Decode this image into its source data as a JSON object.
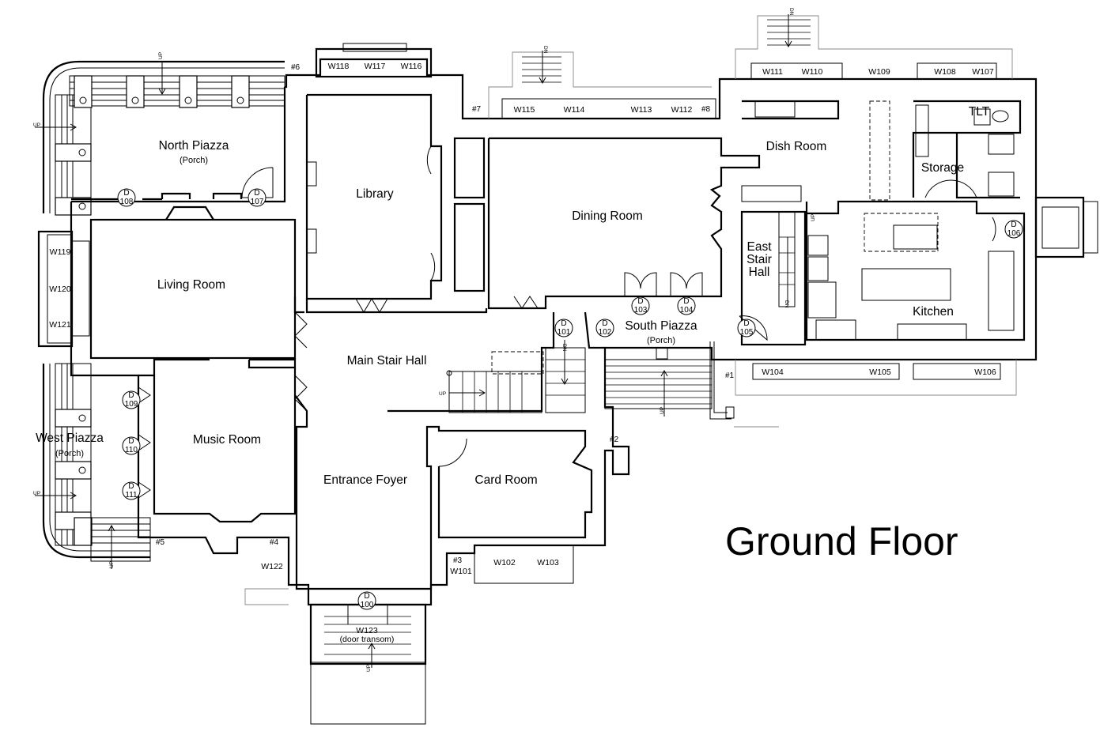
{
  "title": "Ground Floor",
  "rooms": [
    {
      "id": "north-piazza",
      "name": "North Piazza",
      "sub": "(Porch)"
    },
    {
      "id": "library",
      "name": "Library"
    },
    {
      "id": "dining-room",
      "name": "Dining Room"
    },
    {
      "id": "dish-room",
      "name": "Dish Room"
    },
    {
      "id": "storage",
      "name": "Storage"
    },
    {
      "id": "tlt",
      "name": "TLT"
    },
    {
      "id": "living-room",
      "name": "Living Room"
    },
    {
      "id": "east-stair-hall",
      "name": "East Stair Hall"
    },
    {
      "id": "kitchen",
      "name": "Kitchen"
    },
    {
      "id": "main-stair-hall",
      "name": "Main Stair Hall"
    },
    {
      "id": "south-piazza",
      "name": "South Piazza",
      "sub": "(Porch)"
    },
    {
      "id": "west-piazza",
      "name": "West Piazza",
      "sub": "(Porch)"
    },
    {
      "id": "music-room",
      "name": "Music Room"
    },
    {
      "id": "entrance-foyer",
      "name": "Entrance Foyer"
    },
    {
      "id": "card-room",
      "name": "Card Room"
    }
  ],
  "east_stair_lines": [
    "East",
    "Stair",
    "Hall"
  ],
  "windows": [
    "W101",
    "W102",
    "W103",
    "W104",
    "W105",
    "W106",
    "W107",
    "W108",
    "W109",
    "W110",
    "W111",
    "W112",
    "W113",
    "W114",
    "W115",
    "W116",
    "W117",
    "W118",
    "W119",
    "W120",
    "W121",
    "W122",
    "W123"
  ],
  "w123_note": "(door transom)",
  "doors": [
    "100",
    "101",
    "102",
    "103",
    "104",
    "105",
    "106",
    "107",
    "108",
    "109",
    "110",
    "111"
  ],
  "door_prefix": "D",
  "markers": [
    "#1",
    "#2",
    "#3",
    "#4",
    "#5",
    "#6",
    "#7",
    "#8"
  ],
  "stair_up": "UP",
  "stair_dn": "DN"
}
